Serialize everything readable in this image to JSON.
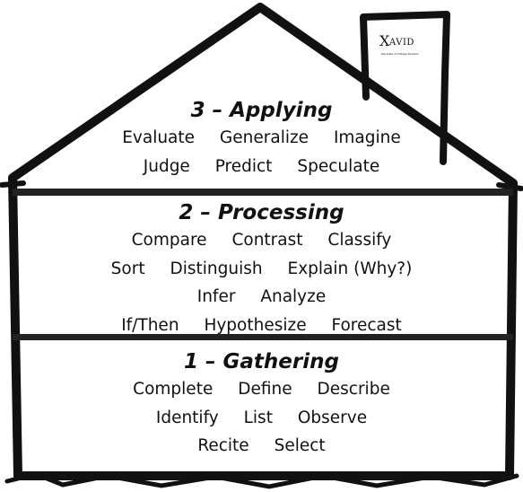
{
  "logo": {
    "mark": "X",
    "text": "AVID",
    "tagline": "Decades of College Dreams"
  },
  "levels": [
    {
      "title": "3 – Applying",
      "rows": [
        [
          "Evaluate",
          "Generalize",
          "Imagine"
        ],
        [
          "Judge",
          "Predict",
          "Speculate"
        ]
      ]
    },
    {
      "title": "2 – Processing",
      "rows": [
        [
          "Compare",
          "Contrast",
          "Classify"
        ],
        [
          "Sort",
          "Distinguish",
          "Explain (Why?)"
        ],
        [
          "Infer",
          "Analyze"
        ],
        [
          "If/Then",
          "Hypothesize",
          "Forecast"
        ]
      ]
    },
    {
      "title": "1 – Gathering",
      "rows": [
        [
          "Complete",
          "Define",
          "Describe"
        ],
        [
          "Identify",
          "List",
          "Observe"
        ],
        [
          "Recite",
          "Select"
        ]
      ]
    }
  ]
}
